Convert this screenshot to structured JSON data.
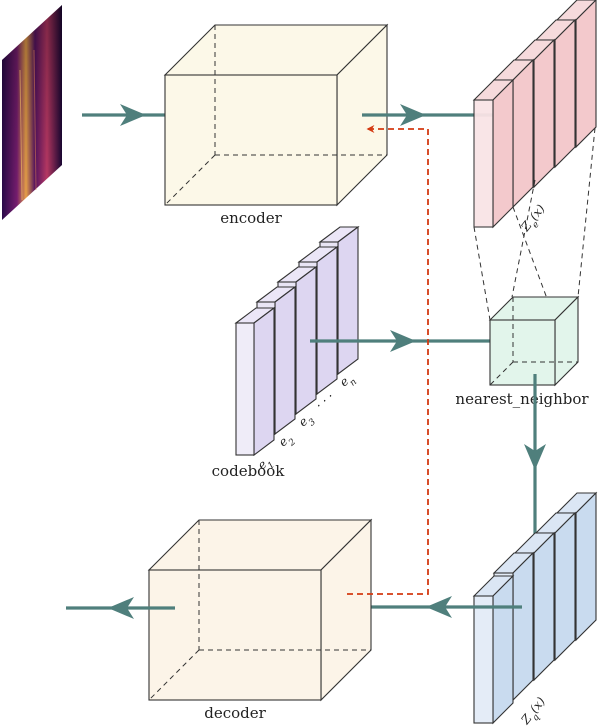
{
  "labels": {
    "encoder": "encoder",
    "decoder": "decoder",
    "codebook": "codebook",
    "nearest_neighbor": "nearest_neighbor",
    "ze": "Z",
    "ze_sub": "e",
    "ze_arg": "(x)",
    "zq": "Z",
    "zq_sub": "q",
    "zq_arg": "(x)",
    "e1": "e",
    "e1_sub": "1",
    "e2": "e",
    "e2_sub": "2",
    "e3": "e",
    "e3_sub": "3",
    "dots": "· · ·",
    "en": "e",
    "en_sub": "n"
  },
  "colors": {
    "encoder_fill": "#fcf8e8",
    "decoder_fill": "#fcf4e8",
    "ze_fill": "#f3c9cc",
    "zq_fill": "#c9dbef",
    "codebook_fill": "#ddd6f1",
    "nn_fill": "#e2f5eb",
    "arrow": "#4f7f7c",
    "gradient": "#d43a12"
  },
  "icons": {
    "input": "spectrogram-icon"
  }
}
